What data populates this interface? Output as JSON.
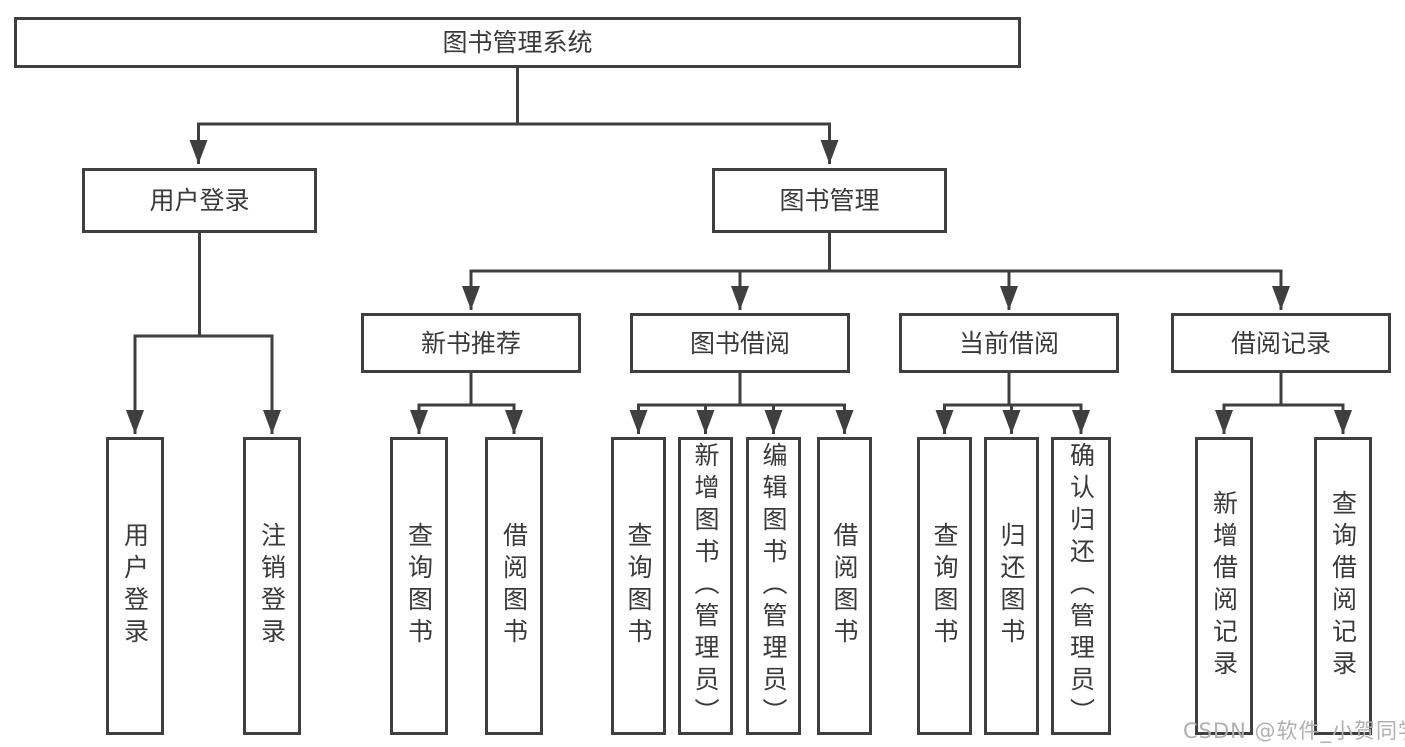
{
  "diagram": {
    "root": {
      "label": "图书管理系统"
    },
    "branches": [
      {
        "label": "用户登录",
        "children": [
          {
            "label": "用户登录"
          },
          {
            "label": "注销登录"
          }
        ]
      },
      {
        "label": "图书管理",
        "children": [
          {
            "label": "新书推荐",
            "children": [
              {
                "label": "查询图书"
              },
              {
                "label": "借阅图书"
              }
            ]
          },
          {
            "label": "图书借阅",
            "children": [
              {
                "label": "查询图书"
              },
              {
                "label": "新增图书（管理员）"
              },
              {
                "label": "编辑图书（管理员）"
              },
              {
                "label": "借阅图书"
              }
            ]
          },
          {
            "label": "当前借阅",
            "children": [
              {
                "label": "查询图书"
              },
              {
                "label": "归还图书"
              },
              {
                "label": "确认归还（管理员）"
              }
            ]
          },
          {
            "label": "借阅记录",
            "children": [
              {
                "label": "新增借阅记录"
              },
              {
                "label": "查询借阅记录"
              }
            ]
          }
        ]
      }
    ]
  },
  "watermark": {
    "text": "CSDN @软件_小贺同学"
  },
  "colors": {
    "line": "#3f3f3f",
    "text": "#3a3a3a",
    "background": "#ffffff",
    "watermark": "#b0b0b0"
  }
}
